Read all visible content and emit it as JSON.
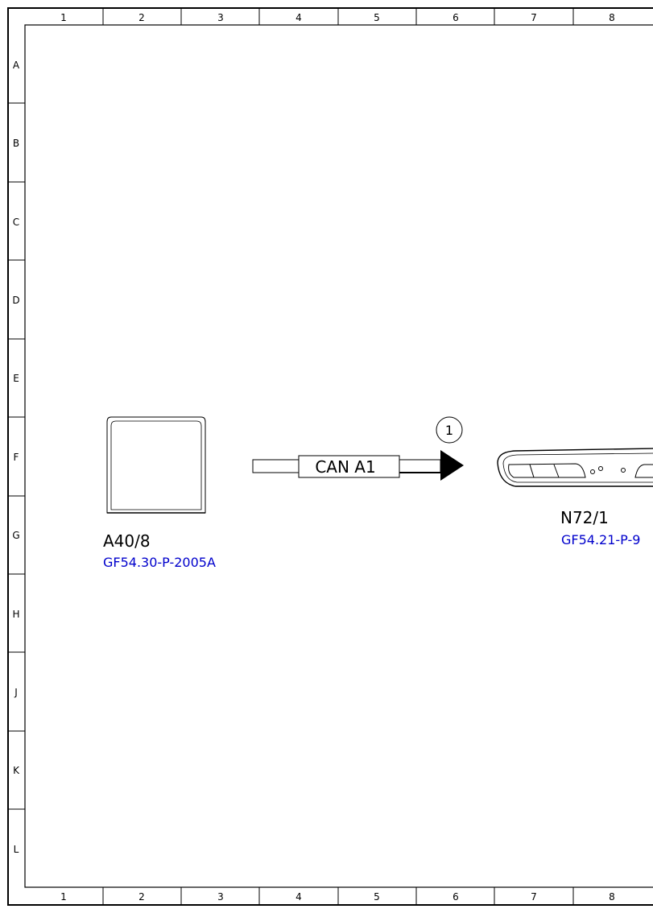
{
  "ruler": {
    "columns": [
      "1",
      "2",
      "3",
      "4",
      "5",
      "6",
      "7",
      "8"
    ],
    "rows": [
      "A",
      "B",
      "C",
      "D",
      "E",
      "F",
      "G",
      "H",
      "J",
      "K",
      "L"
    ]
  },
  "components": {
    "a40_8": {
      "label": "A40/8",
      "ref": "GF54.30-P-2005A"
    },
    "n72_1": {
      "label": "N72/1",
      "ref": "GF54.21-P-9"
    }
  },
  "connection": {
    "bus_label": "CAN A1",
    "callout": "1"
  },
  "colors": {
    "link": "#0000cc",
    "line": "#000000"
  }
}
